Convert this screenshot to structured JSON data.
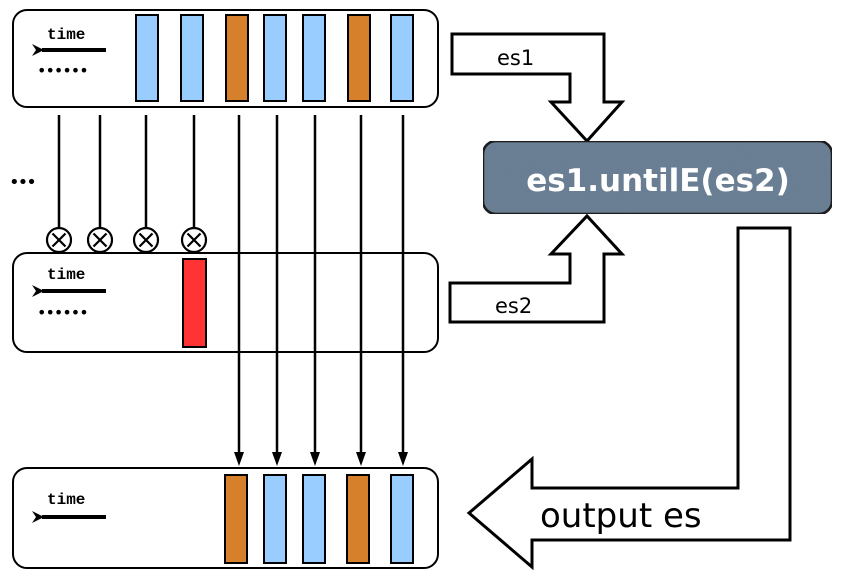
{
  "diagram": {
    "title": "es1.untilE(es2) event stream semantics",
    "colors": {
      "event_blue": "#99ccff",
      "event_orange": "#d6802c",
      "event_red": "#ff3333",
      "operator_fill": "#6b7f95",
      "stroke": "#000000"
    },
    "streams": [
      {
        "id": "es1",
        "time_label": "time",
        "has_history_dots": true,
        "events": [
          "blue",
          "blue",
          "orange",
          "blue",
          "blue",
          "orange",
          "blue"
        ]
      },
      {
        "id": "es2",
        "time_label": "time",
        "has_history_dots": true,
        "events": [
          "red"
        ]
      },
      {
        "id": "output",
        "time_label": "time",
        "has_history_dots": false,
        "events": [
          "orange",
          "blue",
          "blue",
          "orange",
          "blue"
        ]
      }
    ],
    "blocked_count": 4,
    "passed_count": 5,
    "ellipsis": "•••",
    "history_dots": "••••••",
    "blocked_symbol": "⊗",
    "operator_label": "es1.untilE(es2)",
    "input1_label": "es1",
    "input2_label": "es2",
    "output_label": "output es"
  }
}
